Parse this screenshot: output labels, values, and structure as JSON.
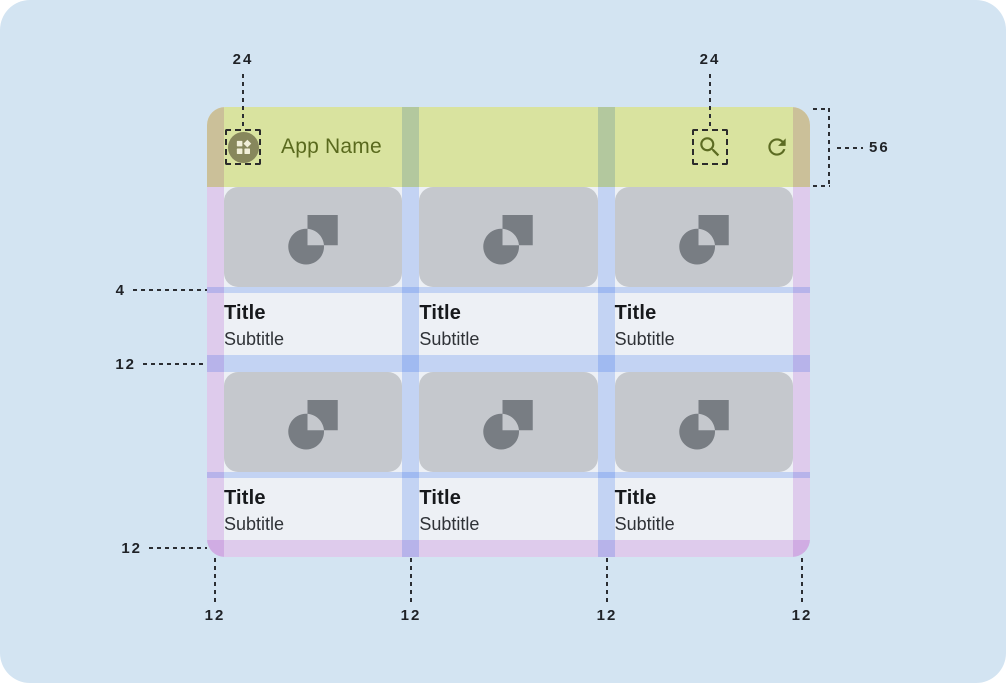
{
  "app": {
    "name": "App Name",
    "cards": [
      {
        "title": "Title",
        "subtitle": "Subtitle"
      },
      {
        "title": "Title",
        "subtitle": "Subtitle"
      },
      {
        "title": "Title",
        "subtitle": "Subtitle"
      },
      {
        "title": "Title",
        "subtitle": "Subtitle"
      },
      {
        "title": "Title",
        "subtitle": "Subtitle"
      },
      {
        "title": "Title",
        "subtitle": "Subtitle"
      }
    ],
    "icons": [
      "apps-grid-icon",
      "search-icon",
      "refresh-icon",
      "image-placeholder-icon"
    ]
  },
  "measurements": {
    "app_icon_size": "24",
    "search_icon_size": "24",
    "appbar_height": "56",
    "image_text_gap": "4",
    "row_gap": "12",
    "bottom_margin": "12",
    "left_margin": "12",
    "gutter_1": "12",
    "gutter_2": "12",
    "right_margin": "12"
  },
  "colors": {
    "canvas_background": "#D3E4F2",
    "appbar_green": "#D9E39F",
    "accent_olive": "#59691D",
    "app_icon_circle": "#87875C",
    "content_background": "#EDF0F5",
    "card_image_gray": "#C5C8CD",
    "placeholder_icon_gray": "#787D83",
    "margin_overlay_purple": "#EFD8F6",
    "gutter_overlay_blue": "#D2E1FD",
    "title_text": "#17191C",
    "subtitle_text": "#2F3237",
    "annotation_text": "#1F2227"
  }
}
